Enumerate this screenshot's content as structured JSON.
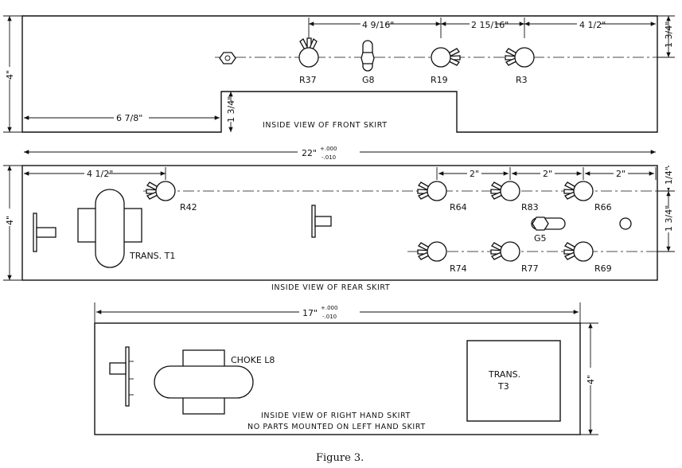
{
  "figure_caption": "Figure 3.",
  "front_skirt": {
    "caption": "INSIDE VIEW OF FRONT SKIRT",
    "parts": [
      "R37",
      "G8",
      "R19",
      "R3"
    ],
    "dims": {
      "height": "4\"",
      "step_length": "6 7/8\"",
      "step_height": "1 3/4\"",
      "r37_to_r19": "4 9/16\"",
      "r19_to_r3": "2 15/16\"",
      "r3_to_end": "4 1/2\"",
      "row_from_top": "1 3/4\""
    },
    "overall_length": "22\"",
    "overall_tol_plus": "+.000",
    "overall_tol_minus": "-.010"
  },
  "rear_skirt": {
    "caption": "INSIDE VIEW OF REAR SKIRT",
    "parts": [
      "R42",
      "TRANS. T1",
      "R64",
      "R83",
      "R66",
      "G5",
      "R74",
      "R77",
      "R69"
    ],
    "dims": {
      "height": "4\"",
      "r42_from_left": "4 1/2\"",
      "spacing_1": "2\"",
      "spacing_2": "2\"",
      "spacing_3": "2\"",
      "top_row_offset": "1/4\"",
      "row_spacing": "1 3/4\""
    }
  },
  "right_skirt": {
    "caption_line1": "INSIDE VIEW OF RIGHT HAND SKIRT",
    "caption_line2": "NO PARTS MOUNTED ON LEFT HAND SKIRT",
    "parts": [
      "CHOKE L8",
      "TRANS.",
      "T3"
    ],
    "dims": {
      "height": "4\""
    },
    "overall_length": "17\"",
    "overall_tol_plus": "+.000",
    "overall_tol_minus": "-.010"
  }
}
